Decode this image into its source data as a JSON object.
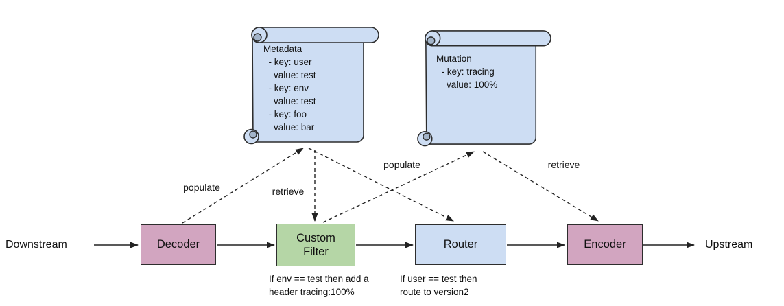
{
  "diagram": {
    "endpoints": {
      "left": "Downstream",
      "right": "Upstream"
    },
    "nodes": [
      {
        "id": "decoder",
        "label": "Decoder"
      },
      {
        "id": "custom_filter",
        "label": "Custom\nFilter"
      },
      {
        "id": "router",
        "label": "Router"
      },
      {
        "id": "encoder",
        "label": "Encoder"
      }
    ],
    "scrolls": [
      {
        "id": "metadata",
        "text": "Metadata\n  - key: user\n    value: test\n  - key: env\n    value: test\n  - key: foo\n    value: bar"
      },
      {
        "id": "mutation",
        "text": "Mutation\n  - key: tracing\n    value: 100%"
      }
    ],
    "edge_labels": [
      "populate",
      "retrieve",
      "populate",
      "retrieve"
    ],
    "captions": [
      "If env == test then add a\nheader tracing:100%",
      "If user == test then\nroute to version2"
    ],
    "colors": {
      "codec_fill": "#d2a5c0",
      "filter_fill": "#b5d6a6",
      "router_fill": "#cdddf3",
      "scroll_fill": "#cdddf3",
      "scroll_curl_fill": "#a3b4c9",
      "line_color": "#222222"
    }
  }
}
